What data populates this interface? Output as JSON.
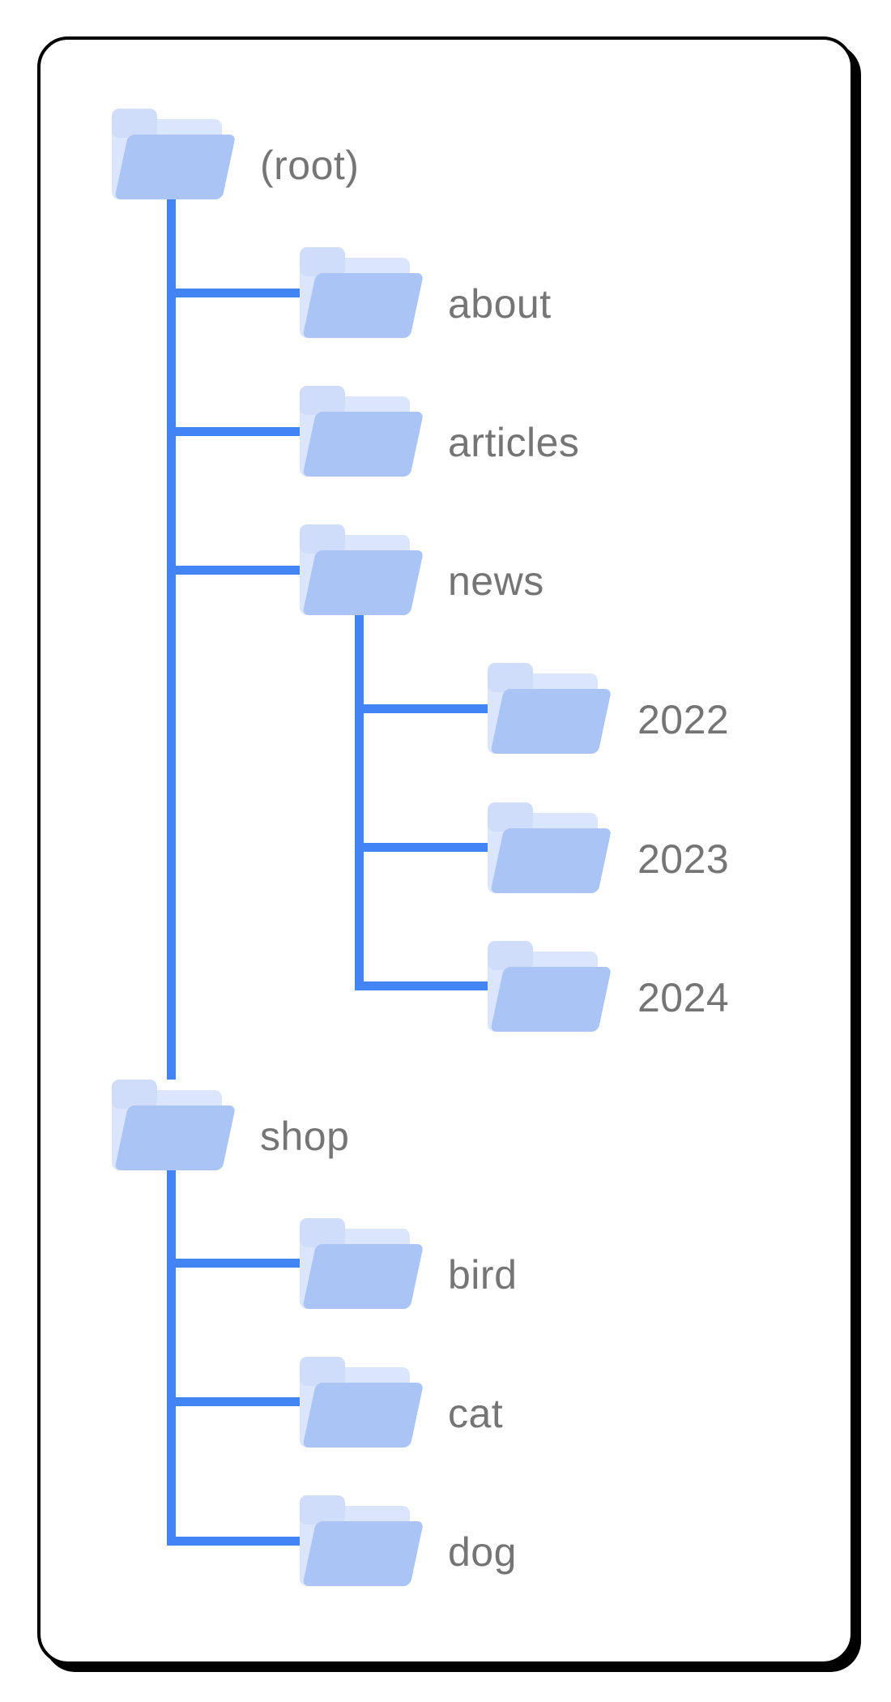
{
  "diagram": {
    "name": "site-folder-structure-diagram",
    "description_visible_content_only": "tree of folders inside rounded card"
  },
  "colors": {
    "page_bg": "#ffffff",
    "card_bg": "#ffffff",
    "card_border": "#000000",
    "line": "#4384f4",
    "folder_front": "#a9c4f5",
    "folder_back": "#dbe6fd",
    "folder_tab": "#cfdcfa",
    "label_text": "#757575"
  },
  "tree": {
    "nodes": [
      {
        "id": "root",
        "label": "(root)",
        "level": 0,
        "row": 0,
        "parent": null,
        "on_trunk": false
      },
      {
        "id": "about",
        "label": "about",
        "level": 1,
        "row": 1,
        "parent": "root",
        "on_trunk": false
      },
      {
        "id": "articles",
        "label": "articles",
        "level": 1,
        "row": 2,
        "parent": "root",
        "on_trunk": false
      },
      {
        "id": "news",
        "label": "news",
        "level": 1,
        "row": 3,
        "parent": "root",
        "on_trunk": false
      },
      {
        "id": "y2022",
        "label": "2022",
        "level": 2,
        "row": 4,
        "parent": "news",
        "on_trunk": false
      },
      {
        "id": "y2023",
        "label": "2023",
        "level": 2,
        "row": 5,
        "parent": "news",
        "on_trunk": false
      },
      {
        "id": "y2024",
        "label": "2024",
        "level": 2,
        "row": 6,
        "parent": "news",
        "on_trunk": false
      },
      {
        "id": "shop",
        "label": "shop",
        "level": 0,
        "row": 7,
        "parent": "root",
        "on_trunk": true
      },
      {
        "id": "bird",
        "label": "bird",
        "level": 1,
        "row": 8,
        "parent": "shop",
        "on_trunk": false
      },
      {
        "id": "cat",
        "label": "cat",
        "level": 1,
        "row": 9,
        "parent": "shop",
        "on_trunk": false
      },
      {
        "id": "dog",
        "label": "dog",
        "level": 1,
        "row": 10,
        "parent": "shop",
        "on_trunk": false
      }
    ]
  }
}
